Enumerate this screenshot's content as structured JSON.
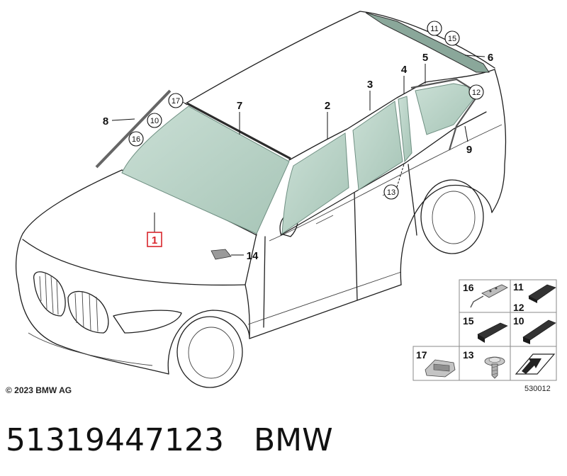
{
  "labels": {
    "n1": "1",
    "n2": "2",
    "n3": "3",
    "n4": "4",
    "n5": "5",
    "n6": "6",
    "n7": "7",
    "n8": "8",
    "n9": "9",
    "n10": "10",
    "n11": "11",
    "n12": "12",
    "n13": "13",
    "n14": "14",
    "n15": "15",
    "n16": "16",
    "n17": "17"
  },
  "inset": {
    "cell_16": "16",
    "cell_11": "11",
    "cell_12": "12",
    "cell_15": "15",
    "cell_10": "10",
    "cell_17": "17",
    "cell_13": "13"
  },
  "copyright": "© 2023 BMW AG",
  "diagram_number": "530012",
  "part_number": "51319447123",
  "brand": "BMW",
  "colors": {
    "glass_light": "#cadfd5",
    "glass_dark": "#a7c5b7",
    "highlight": "#d9262c"
  }
}
